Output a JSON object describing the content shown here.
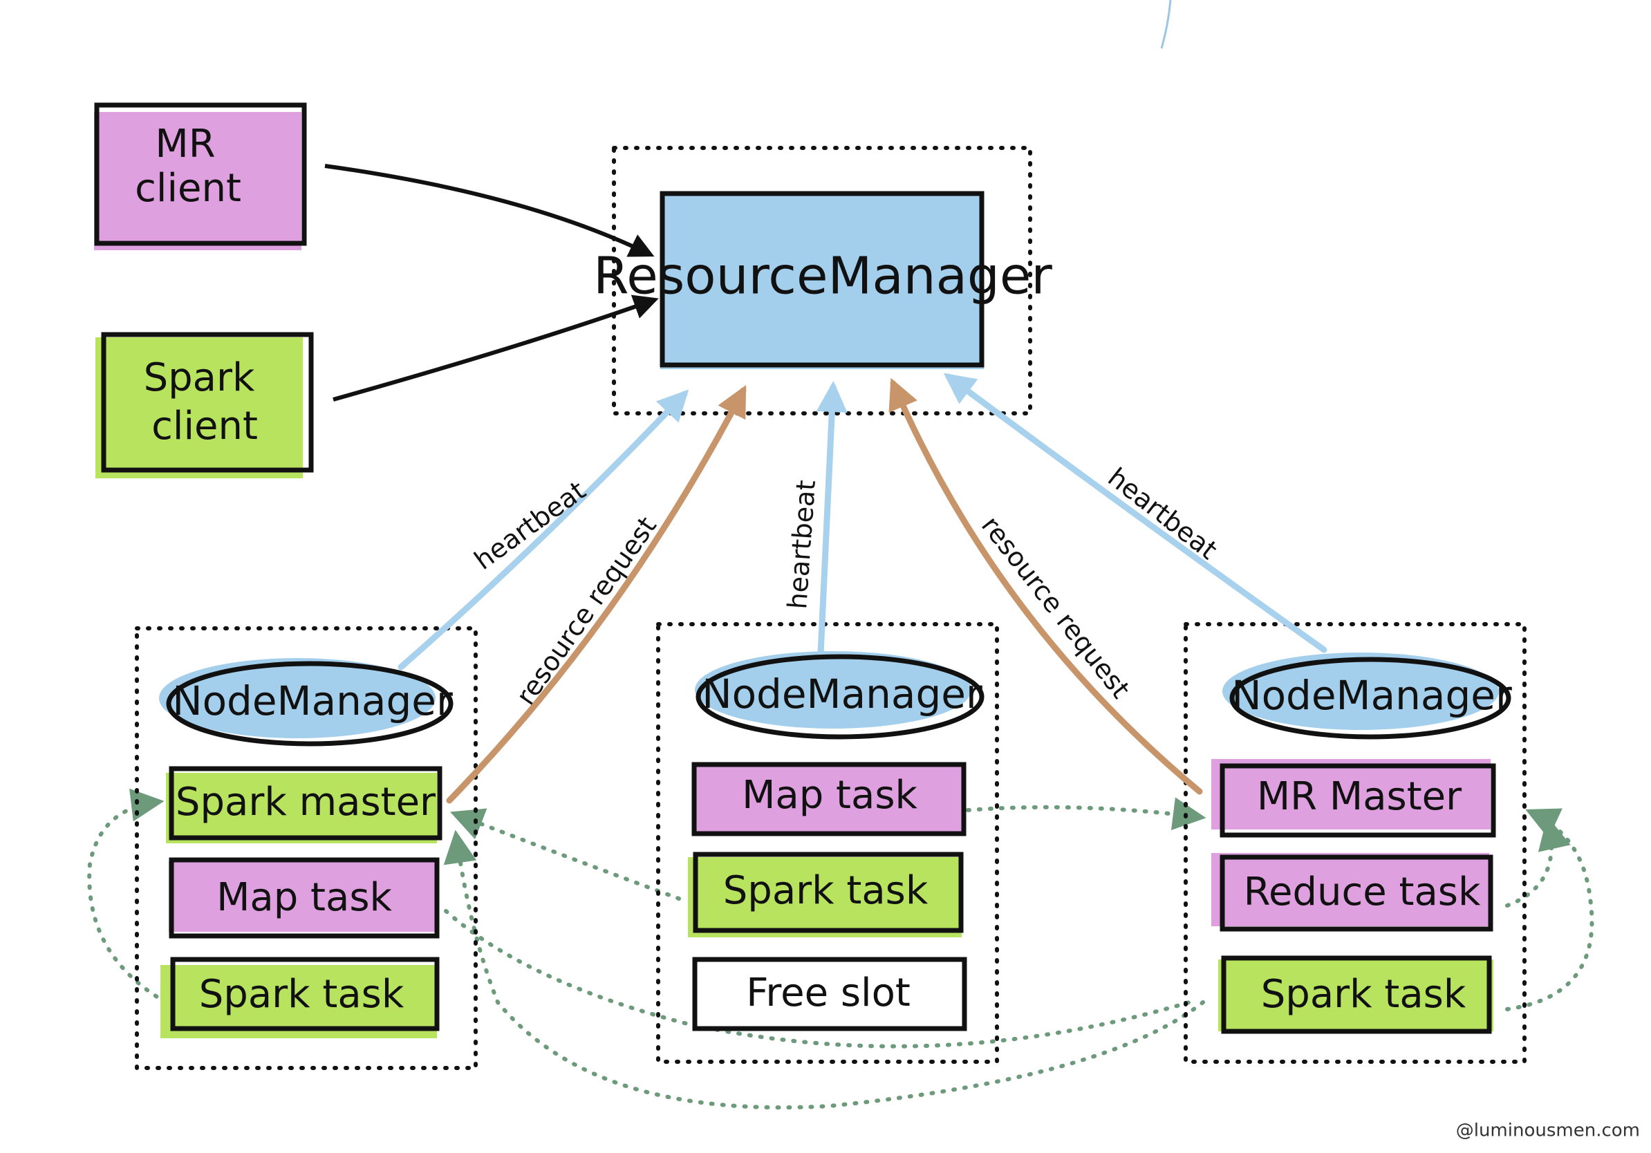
{
  "colors": {
    "client_mr": "#dea0df",
    "client_spark": "#b7e35f",
    "resource_manager": "#a3cfec",
    "node_manager": "#a3cfec",
    "map_task": "#dea0df",
    "spark_task": "#b7e35f",
    "free_slot": "#ffffff",
    "heartbeat_arrow": "#a8d1ed",
    "request_arrow": "#c8956a",
    "task_arrow": "#6e9a7c",
    "outline": "#111111"
  },
  "clients": {
    "mr": {
      "line1": "MR",
      "line2": "client"
    },
    "spark": {
      "line1": "Spark",
      "line2": "client"
    }
  },
  "resource_manager": {
    "label": "ResourceManager"
  },
  "nodes": [
    {
      "node_manager": "NodeManager",
      "slots": [
        {
          "label": "Spark master",
          "kind": "spark"
        },
        {
          "label": "Map task",
          "kind": "map"
        },
        {
          "label": "Spark task",
          "kind": "spark"
        }
      ]
    },
    {
      "node_manager": "NodeManager",
      "slots": [
        {
          "label": "Map task",
          "kind": "map"
        },
        {
          "label": "Spark task",
          "kind": "spark"
        },
        {
          "label": "Free slot",
          "kind": "free"
        }
      ]
    },
    {
      "node_manager": "NodeManager",
      "slots": [
        {
          "label": "MR Master",
          "kind": "map"
        },
        {
          "label": "Reduce task",
          "kind": "map"
        },
        {
          "label": "Spark task",
          "kind": "spark"
        }
      ]
    }
  ],
  "edge_labels": {
    "heartbeat_left": "heartbeat",
    "heartbeat_middle": "heartbeat",
    "heartbeat_right": "heartbeat",
    "request_left": "resource request",
    "request_right": "resource request"
  },
  "watermark": "@luminousmen.com"
}
